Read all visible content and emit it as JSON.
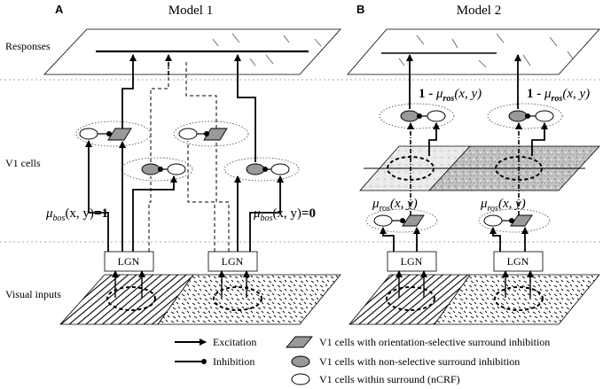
{
  "panel_a": {
    "letter": "A",
    "title": "Model 1",
    "lgn_label": "LGN",
    "mu_bos_left": {
      "symbol": "μ",
      "sub": "bos",
      "args": "(x, y)",
      "eq": "=1"
    },
    "mu_bos_right": {
      "symbol": "μ",
      "sub": "bos",
      "args": "(x, y)",
      "eq": "=0"
    }
  },
  "panel_b": {
    "letter": "B",
    "title": "Model 2",
    "lgn_label": "LGN",
    "one_minus_mu": {
      "prefix": "1 - ",
      "symbol": "μ",
      "sub": "ros",
      "args": "(x, y)"
    },
    "mu_ros": {
      "symbol": "μ",
      "sub": "ros",
      "args": "(x, y)"
    }
  },
  "row_labels": {
    "responses": "Responses",
    "v1_cells": "V1 cells",
    "visual_inputs": "Visual inputs"
  },
  "legend": {
    "excitation": "Excitation",
    "inhibition": "Inhibition",
    "orientation_selective": "V1 cells with orientation-selective surround inhibition",
    "non_selective": "V1 cells with non-selective surround inhibition",
    "within_surround": "V1 cells within surround (nCRF)"
  },
  "icons": [
    "arrow-excitation-icon",
    "dot-inhibition-icon",
    "parallelogram-cell-icon",
    "grey-ellipse-cell-icon",
    "white-ellipse-cell-icon"
  ],
  "colors": {
    "ink": "#000000",
    "cell_fill": "#999999",
    "divider": "#aaaaaa",
    "texture": "#b5b5b5"
  }
}
